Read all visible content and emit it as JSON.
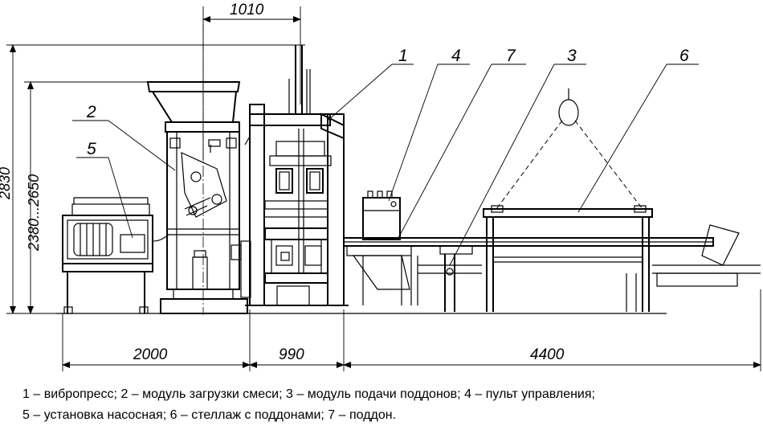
{
  "dimensions": {
    "top_width": "1010",
    "total_height": "2830",
    "height_range": "2380...2650",
    "bottom_left": "2000",
    "bottom_mid": "990",
    "bottom_right": "4400"
  },
  "callouts": [
    "1",
    "4",
    "7",
    "3",
    "6",
    "2",
    "5"
  ],
  "legend": {
    "line1": "1 – вибропресс; 2 – модуль загрузки смеси; 3 – модуль подачи поддонов; 4 – пульт управления;",
    "line2": "5 – установка насосная; 6 – стеллаж с поддонами; 7 – поддон."
  }
}
